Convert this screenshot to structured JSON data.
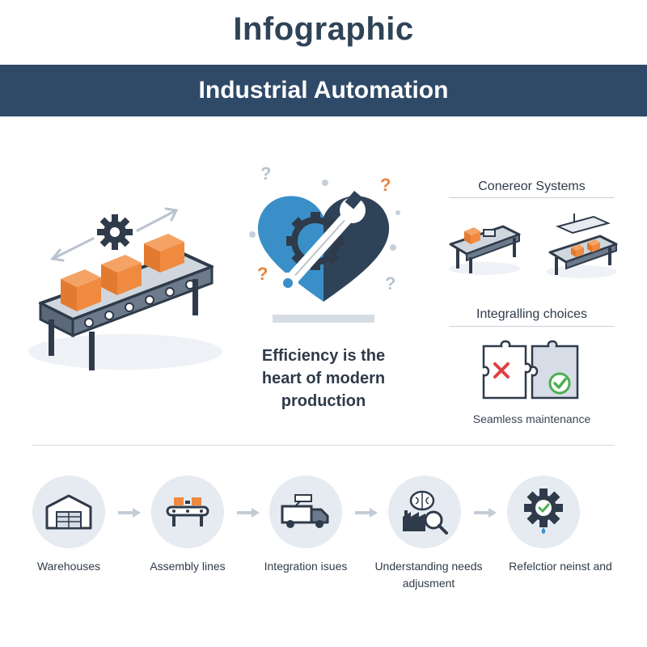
{
  "header": {
    "title": "Infographic",
    "banner": "Industrial Automation"
  },
  "center": {
    "tagline_lines": [
      "Efficiency is the",
      "heart of modern",
      "production"
    ],
    "question_marks": [
      "?",
      "?",
      "?",
      "?"
    ]
  },
  "side": {
    "conveyor_heading": "Conereor Systems",
    "choices_heading": "Integralling choices",
    "maintenance_caption": "Seamless maintenance"
  },
  "steps": [
    {
      "label": "Warehouses",
      "icon": "warehouse-icon"
    },
    {
      "label": "Assembly lines",
      "icon": "assembly-line-icon"
    },
    {
      "label": "Integration isues",
      "icon": "truck-icon"
    },
    {
      "label": "Understanding needs adjusment",
      "icon": "brain-factory-icon"
    },
    {
      "label": "Refelctior neinst and",
      "icon": "gear-check-icon"
    }
  ],
  "colors": {
    "banner": "#2f4a68",
    "accent_orange": "#e8843c",
    "accent_blue": "#3a8fc8",
    "dark_navy": "#2f4358",
    "check_green": "#4caf50",
    "cross_red": "#e04040"
  }
}
